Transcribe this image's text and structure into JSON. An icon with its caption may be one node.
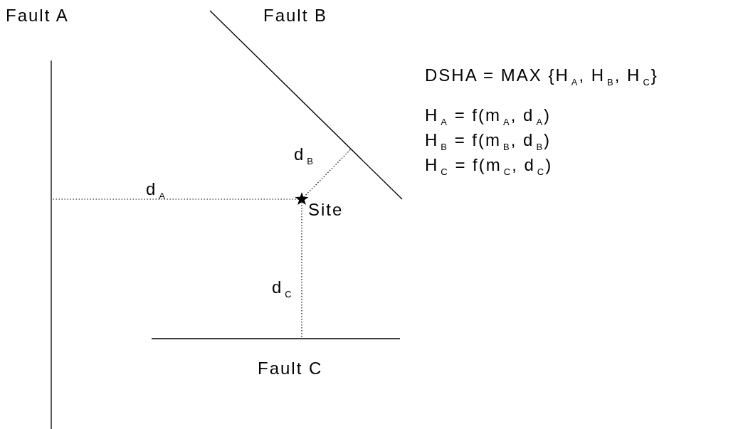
{
  "diagram": {
    "nodes": [
      {
        "text": [
          "Fault A"
        ]
      },
      {
        "text": [
          "Fault B"
        ]
      },
      {
        "text": [
          "Fault C"
        ]
      },
      {
        "text": [
          "Site"
        ]
      }
    ],
    "edges": [
      {
        "from": 3,
        "to": 0,
        "arrow": "none",
        "label": "d$_{A}$",
        "style": "dashed"
      },
      {
        "from": 3,
        "to": 1,
        "arrow": "none",
        "label": "d$_{B}$",
        "style": "dashed"
      },
      {
        "from": 3,
        "to": 2,
        "arrow": "none",
        "label": "d$_{C}$",
        "style": "dashed"
      }
    ],
    "labels": [
      "DSHA = MAX {H$_{A}$, H$_{B}$, H$_{C}$}",
      "H$_{A}$ = f(m$_{A}$, d$_{A}$)",
      "H$_{B}$ = f(m$_{B}$, d$_{B}$)",
      "H$_{C}$ = f(m$_{C}$, d$_{C}$)"
    ]
  }
}
